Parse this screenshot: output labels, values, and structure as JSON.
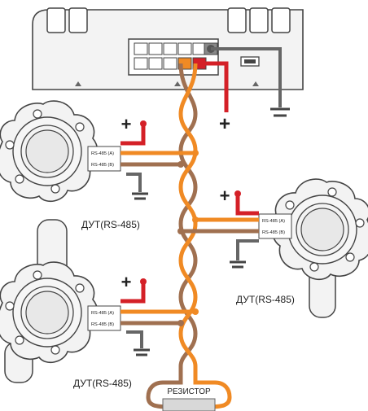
{
  "sensors": [
    {
      "name_label": "ДУТ(RS-485)",
      "rs_a": "RS-485 (A)",
      "rs_b": "RS-485 (B)",
      "plus": "+"
    },
    {
      "name_label": "ДУТ(RS-485)",
      "rs_a": "RS-485 (A)",
      "rs_b": "RS-485 (B)",
      "plus": "+"
    },
    {
      "name_label": "ДУТ(RS-485)",
      "rs_a": "RS-485 (A)",
      "rs_b": "RS-485 (B)",
      "plus": "+"
    }
  ],
  "terminal_device": {
    "power_plus": "+"
  },
  "resistor": {
    "label": "РЕЗИСТОР"
  },
  "colors": {
    "wire_a": "#f08a24",
    "wire_b": "#a07050",
    "power": "#d42027",
    "ground": "#666666",
    "housing_fill": "#f3f3f3",
    "outline": "#444444"
  }
}
